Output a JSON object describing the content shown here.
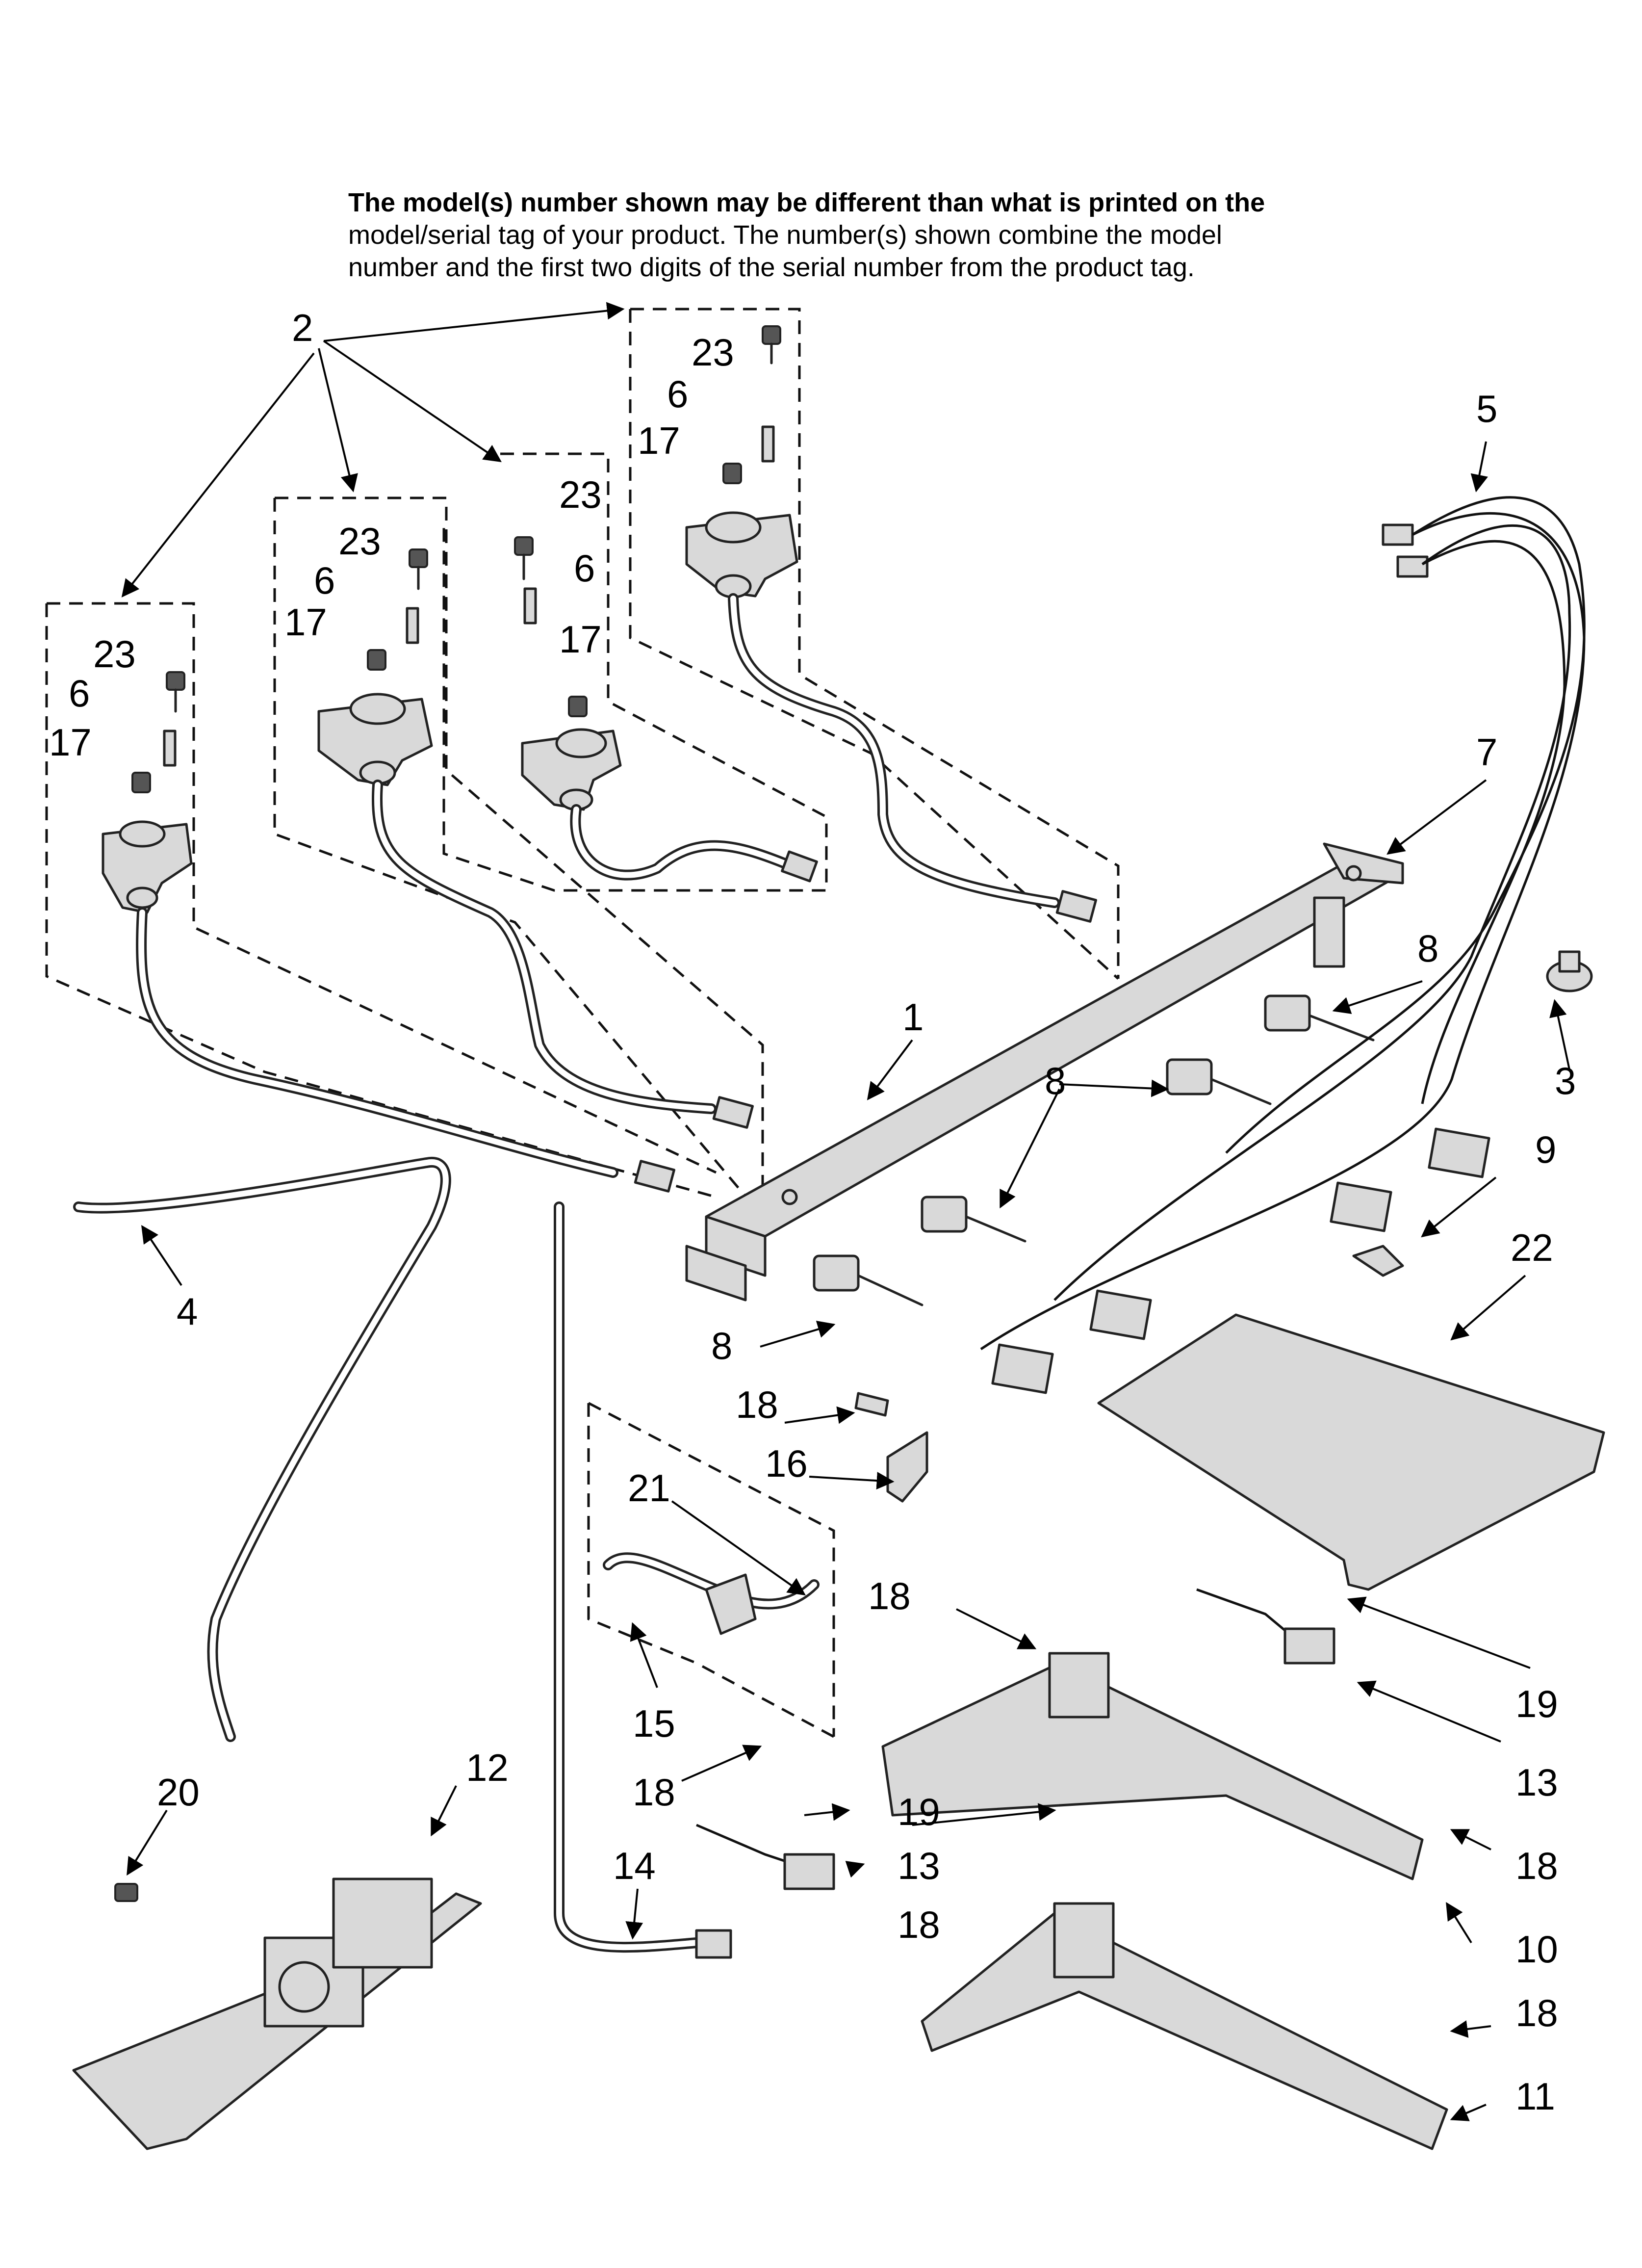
{
  "notice": {
    "line1": "The model(s) number shown may be different than what is printed on the",
    "line2": "model/serial tag of your product. The number(s) shown combine the model",
    "line3": "number and the first two digits of the serial number from the product tag."
  },
  "callouts": {
    "c1": "1",
    "c2": "2",
    "c3": "3",
    "c4": "4",
    "c5": "5",
    "c6": "6",
    "c7": "7",
    "c8": "8",
    "c9": "9",
    "c10": "10",
    "c11": "11",
    "c12": "12",
    "c13": "13",
    "c14": "14",
    "c15": "15",
    "c16": "16",
    "c17": "17",
    "c18": "18",
    "c19": "19",
    "c20": "20",
    "c21": "21",
    "c22": "22",
    "c23": "23"
  }
}
